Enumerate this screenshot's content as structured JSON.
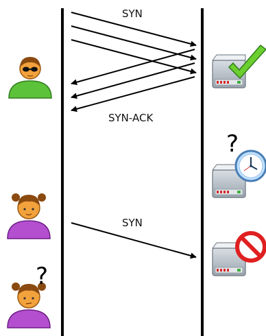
{
  "labels": {
    "syn_top": "SYN",
    "syn_ack": "SYN-ACK",
    "syn_bottom": "SYN"
  },
  "marks": {
    "question_server": "?",
    "question_victim": "?"
  },
  "colors": {
    "lifeline": "#000000",
    "attacker_body": "#5cc23a",
    "user_body": "#b44fd0",
    "skin": "#f2a23c",
    "server_box": "#b9c2cc",
    "check": "#6ccf2f",
    "clock_face": "#bfe0ff",
    "prohibit": "#e02020"
  },
  "icons": {
    "attacker": "attacker-sunglasses-icon",
    "server_ok": "server-checkmark-icon",
    "server_wait": "server-clock-icon",
    "server_denied": "server-prohibited-icon",
    "user": "user-girl-icon",
    "victim": "user-girl-confused-icon"
  }
}
